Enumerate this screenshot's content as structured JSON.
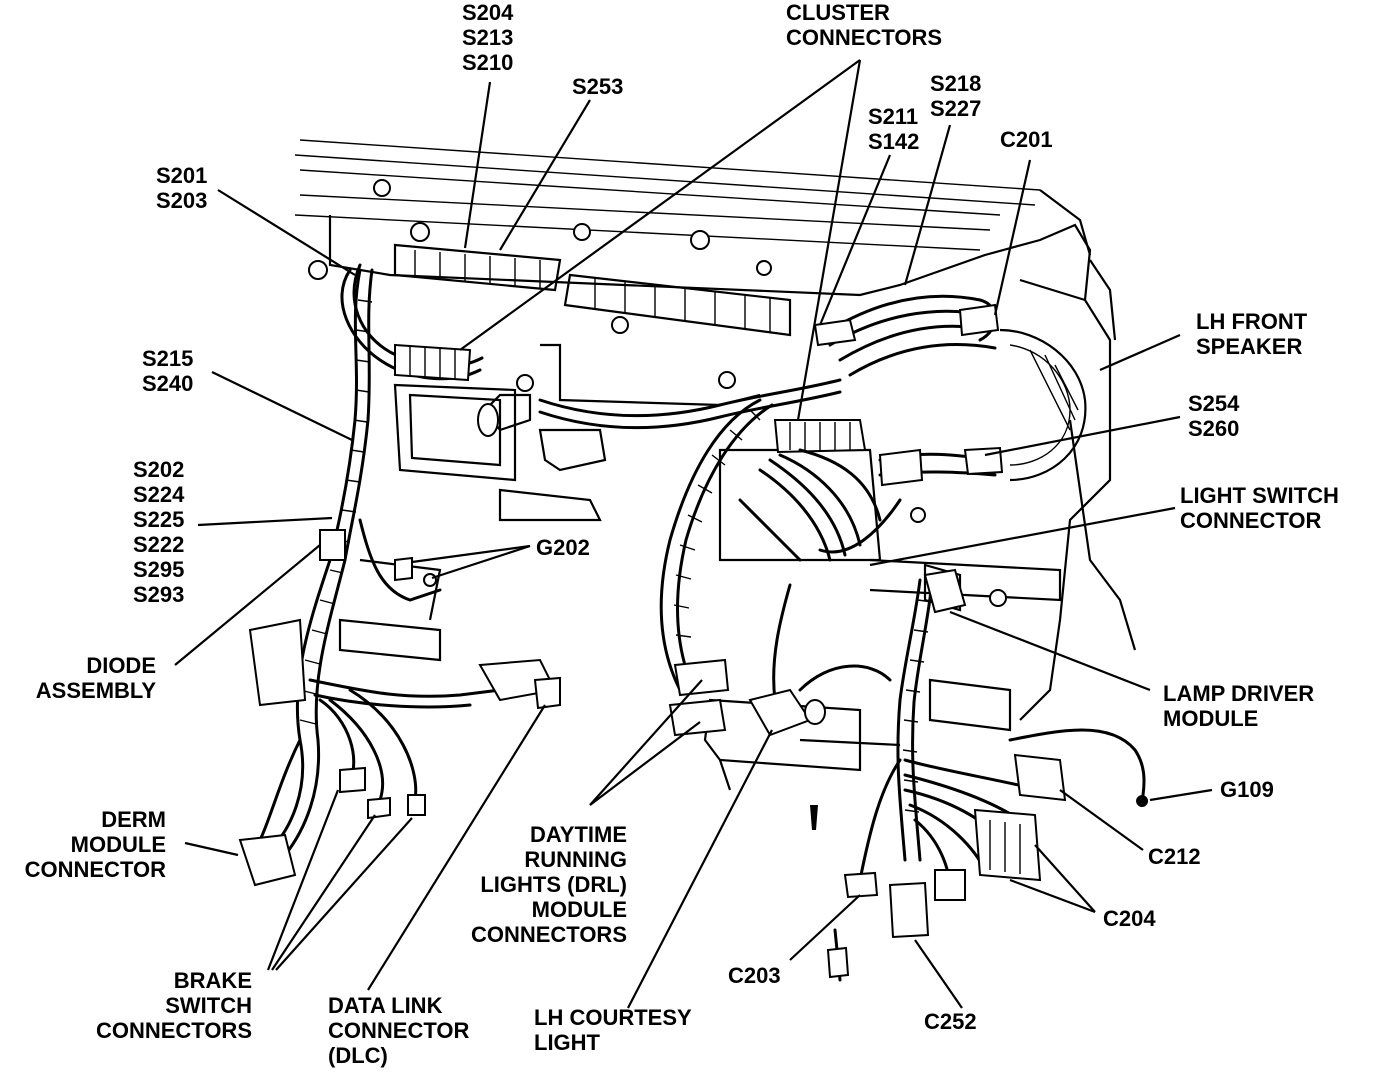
{
  "labels": {
    "s204": "S204",
    "s213": "S213",
    "s210": "S210",
    "s253": "S253",
    "cluster_1": "CLUSTER",
    "cluster_2": "CONNECTORS",
    "s218": "S218",
    "s227": "S227",
    "s211": "S211",
    "s142": "S142",
    "c201": "C201",
    "s201": "S201",
    "s203": "S203",
    "lh_speaker_1": "LH FRONT",
    "lh_speaker_2": "SPEAKER",
    "s215": "S215",
    "s240": "S240",
    "s254": "S254",
    "s260": "S260",
    "s202": "S202",
    "s224": "S224",
    "s225": "S225",
    "s222": "S222",
    "s295": "S295",
    "s293": "S293",
    "light_switch_1": "LIGHT SWITCH",
    "light_switch_2": "CONNECTOR",
    "g202": "G202",
    "diode_1": "DIODE",
    "diode_2": "ASSEMBLY",
    "lamp_driver_1": "LAMP DRIVER",
    "lamp_driver_2": "MODULE",
    "g109": "G109",
    "derm_1": "DERM",
    "derm_2": "MODULE",
    "derm_3": "CONNECTOR",
    "drl_1": "DAYTIME",
    "drl_2": "RUNNING",
    "drl_3": "LIGHTS (DRL)",
    "drl_4": "MODULE",
    "drl_5": "CONNECTORS",
    "c212": "C212",
    "c204": "C204",
    "c203": "C203",
    "brake_1": "BRAKE",
    "brake_2": "SWITCH",
    "brake_3": "CONNECTORS",
    "dlc_1": "DATA LINK",
    "dlc_2": "CONNECTOR",
    "dlc_3": "(DLC)",
    "courtesy_1": "LH COURTESY",
    "courtesy_2": "LIGHT",
    "c252": "C252"
  }
}
